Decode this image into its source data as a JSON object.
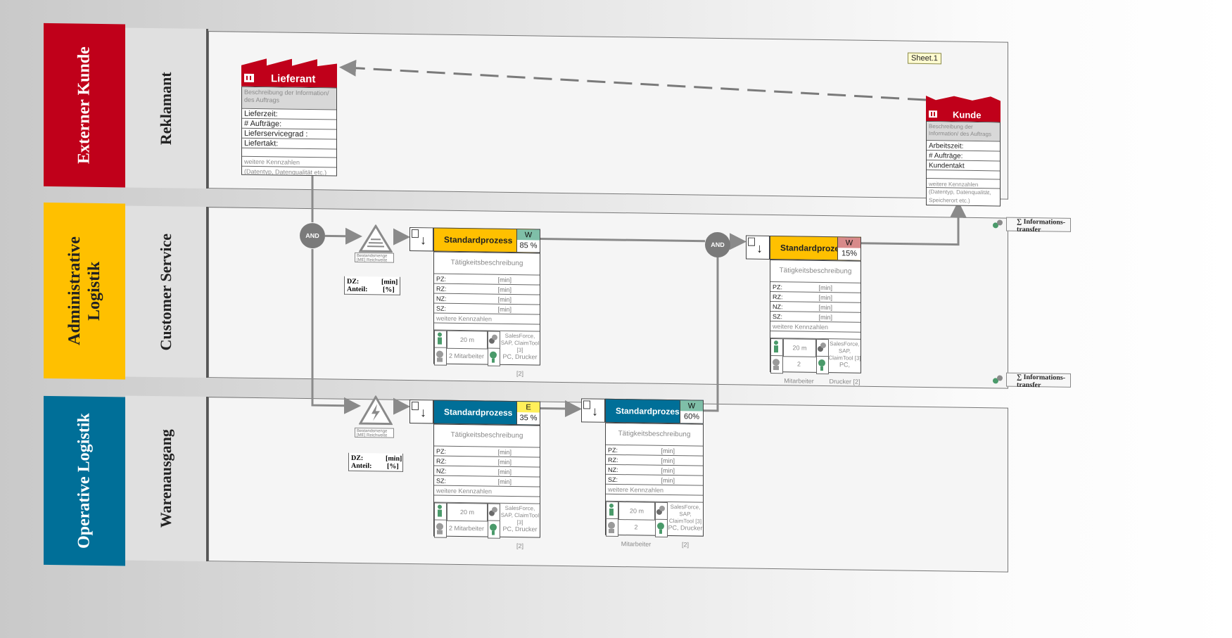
{
  "colors": {
    "external": "#c0001a",
    "admin": "#ffc000",
    "operative": "#006f98",
    "process_yellow": "#ffc000",
    "process_blue": "#006f98",
    "badge_green": "#7fbfa8",
    "badge_red": "#d88a8a",
    "badge_yellow": "#ffef5a",
    "icon_green": "#4a9a6a"
  },
  "lanes": {
    "external": {
      "label": "Externer Kunde",
      "sub": "Reklamant"
    },
    "admin": {
      "label": "Administrative Logistik",
      "sub": "Customer Service"
    },
    "operative": {
      "label": "Operative Logistik",
      "sub": "Warenausgang"
    }
  },
  "sheet_label": "Sheet.1",
  "supplier": {
    "title": "Lieferant",
    "desc": "Beschreibung der Information/ des Auftrags",
    "rows": [
      "Lieferzeit:",
      "# Aufträge:",
      "Lieferservicegrad :",
      "Liefertakt:",
      ""
    ],
    "more": "weitere Kennzahlen",
    "more2": "(Datentyp, Datenqualität etc.)"
  },
  "customer": {
    "title": "Kunde",
    "desc": "Beschreibung der Information/ des Auftrags",
    "rows": [
      "Arbeitszeit:",
      "# Aufträge:",
      "Kundentakt",
      ""
    ],
    "more": "weitere Kennzahlen",
    "more2": "(Datentyp, Datenqualität, Speicherort etc.)"
  },
  "gates": [
    {
      "label": "AND"
    },
    {
      "label": "AND"
    }
  ],
  "inventory": [
    {
      "caption": "Bestandsmenge [ME] Reichweite [ZE]",
      "dz": "DZ:",
      "dz_unit": "[min]",
      "anteil": "Anteil:",
      "anteil_unit": "[%]"
    },
    {
      "caption": "Bestandsmenge [ME] Reichweite [ZE]",
      "dz": "DZ:",
      "dz_unit": "[min]",
      "anteil": "Anteil:",
      "anteil_unit": "[%]"
    }
  ],
  "processes": [
    {
      "title": "Standardprozess",
      "badge": "W",
      "percent": "85 %",
      "desc": "Tätigkeitsbeschreibung",
      "rows": [
        {
          "k": "PZ:",
          "u": "[min]"
        },
        {
          "k": "RZ:",
          "u": "[min]"
        },
        {
          "k": "NZ:",
          "u": "[min]"
        },
        {
          "k": "SZ:",
          "u": "[min]"
        }
      ],
      "more": "weitere Kennzahlen",
      "time": "20 m",
      "system": "SalesForce, SAP, ClaimTool [3]",
      "staff": "2 Mitarbeiter",
      "device": "PC, Drucker [2]"
    },
    {
      "title": "Standardprozess",
      "badge": "W",
      "percent": "15%",
      "desc": "Tätigkeitsbeschreibung",
      "rows": [
        {
          "k": "PZ:",
          "u": "[min]"
        },
        {
          "k": "RZ:",
          "u": "[min]"
        },
        {
          "k": "NZ:",
          "u": "[min]"
        },
        {
          "k": "SZ:",
          "u": "[min]"
        }
      ],
      "more": "weitere Kennzahlen",
      "time": "20 m",
      "system": "SalesForce, SAP, ClaimTool [3]",
      "staff": "2 Mitarbeiter",
      "device": "PC, Drucker [2]"
    },
    {
      "title": "Standardprozess",
      "badge": "E",
      "percent": "35 %",
      "desc": "Tätigkeitsbeschreibung",
      "rows": [
        {
          "k": "PZ:",
          "u": "[min]"
        },
        {
          "k": "RZ:",
          "u": "[min]"
        },
        {
          "k": "NZ:",
          "u": "[min]"
        },
        {
          "k": "SZ:",
          "u": "[min]"
        }
      ],
      "more": "weitere Kennzahlen",
      "time": "20 m",
      "system": "SalesForce, SAP, ClaimTool [3]",
      "staff": "2 Mitarbeiter",
      "device": "PC, Drucker [2]"
    },
    {
      "title": "Standardprozess",
      "badge": "W",
      "percent": "60%",
      "desc": "Tätigkeitsbeschreibung",
      "rows": [
        {
          "k": "PZ:",
          "u": "[min]"
        },
        {
          "k": "RZ:",
          "u": "[min]"
        },
        {
          "k": "NZ:",
          "u": "[min]"
        },
        {
          "k": "SZ:",
          "u": "[min]"
        }
      ],
      "more": "weitere Kennzahlen",
      "time": "20 m",
      "system": "SalesForce, SAP, ClaimTool [3]",
      "staff": "2 Mitarbeiter",
      "device": "PC, Drucker [2]"
    }
  ],
  "info_transfer": [
    {
      "label": "∑ Informations- transfer"
    },
    {
      "label": "∑ Informations- transfer"
    }
  ],
  "icons": {
    "factory": "factory-icon",
    "warning": "warning-triangle-icon",
    "lightning": "lightning-triangle-icon",
    "operator": "operator-icon",
    "system": "system-icon",
    "staff": "staff-icon",
    "device": "device-icon",
    "info": "info-transfer-icon"
  }
}
